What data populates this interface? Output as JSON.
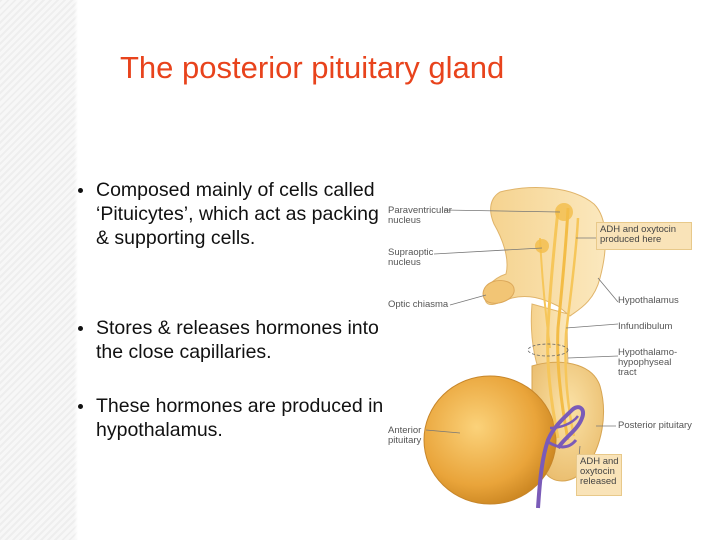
{
  "slide": {
    "title": "The posterior pituitary gland",
    "bullets": [
      "Composed mainly of cells called ‘Pituicytes’, which act as packing & supporting cells.",
      "Stores & releases hormones into the close capillaries.",
      "These hormones are produced in hypothalamus."
    ],
    "title_color": "#e8431c"
  },
  "figure": {
    "labels_left": {
      "paraventricular": "Paraventricular\nnucleus",
      "supraoptic": "Supraoptic\nnucleus",
      "optic_chiasma": "Optic chiasma",
      "anterior": "Anterior\npituitary"
    },
    "labels_right": {
      "adh_produced": "ADH and oxytocin\nproduced here",
      "hypothalamus": "Hypothalamus",
      "infundibulum": "Infundibulum",
      "tract": "Hypothalamo-\nhypophyseal\ntract",
      "posterior": "Posterior pituitary",
      "adh_released": "ADH and\noxytocin\nreleased"
    }
  }
}
